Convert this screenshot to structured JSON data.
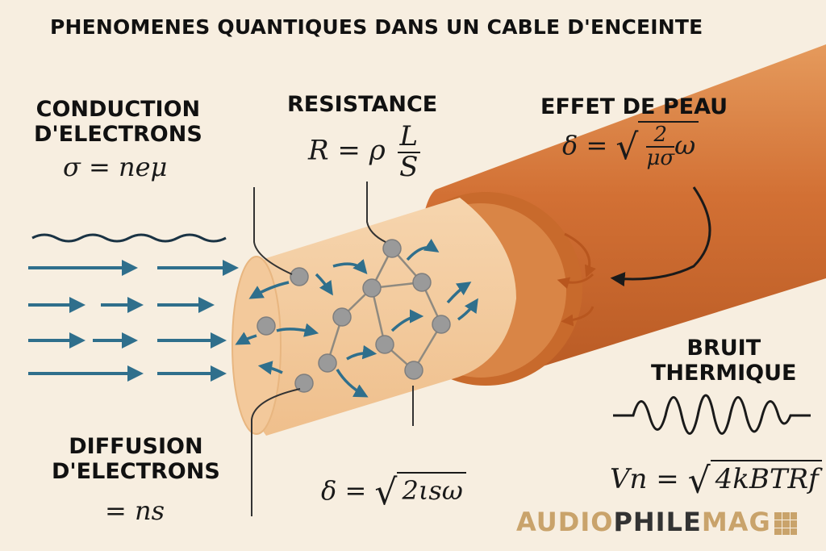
{
  "title": "PHENOMENES QUANTIQUES DANS UN CABLE D'ENCEINTE",
  "conduction": {
    "label_line1": "CONDUCTION",
    "label_line2": "D'ELECTRONS",
    "formula": "σ = neμ"
  },
  "resistance": {
    "label": "RESISTANCE",
    "lhs": "R = ρ",
    "num": "L",
    "den": "S"
  },
  "skin_effect": {
    "label": "EFFET DE PEAU",
    "lhs": "δ =",
    "num": "2",
    "den": "μσ",
    "tail": "ω"
  },
  "diffusion": {
    "label_line1": "DIFFUSION",
    "label_line2": "D'ELECTRONS",
    "formula": "= ns"
  },
  "thermal_noise": {
    "label_line1": "BRUIT",
    "label_line2": "THERMIQUE",
    "lhs": "Vn =",
    "radicand": "4kBTRf"
  },
  "bottom_formula": {
    "lhs": "δ =",
    "radicand": "2ιsω"
  },
  "brand": {
    "part1": "AUDIO",
    "part2": "PHILE",
    "part3": "MAG"
  },
  "colors": {
    "background": "#f7eee0",
    "cable_outer": "#d9793a",
    "conductor": "#f3c99b",
    "arrows": "#2f6f8c",
    "particles": "#9a9a9a"
  }
}
